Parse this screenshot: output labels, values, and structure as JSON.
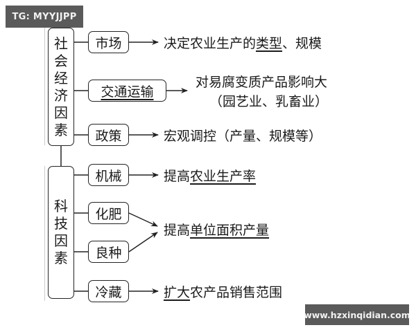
{
  "watermarks": {
    "top_left": "TG: MYYJJPP",
    "bottom_right": "www.hzxinqidian.com"
  },
  "diagram": {
    "categories": [
      {
        "label_chars": [
          "社",
          "会",
          "经",
          "济",
          "因",
          "素"
        ],
        "label": "社会经济因素",
        "factors": [
          {
            "label": "市场",
            "underlined": false,
            "result": {
              "parts": [
                {
                  "text": "决定农业生产的",
                  "u": false
                },
                {
                  "text": "类型",
                  "u": true
                },
                {
                  "text": "、规模",
                  "u": false
                }
              ]
            }
          },
          {
            "label": "交通运输",
            "underlined": true,
            "result": {
              "lines": [
                "对易腐变质产品影响大",
                "（园艺业、乳畜业）"
              ]
            }
          },
          {
            "label": "政策",
            "underlined": false,
            "result": {
              "parts": [
                {
                  "text": "宏观调控（产量、规模等）",
                  "u": false
                }
              ]
            }
          }
        ]
      },
      {
        "label_chars": [
          "科",
          "技",
          "因",
          "素"
        ],
        "label": "科技因素",
        "factors": [
          {
            "label": "机械",
            "result": {
              "parts": [
                {
                  "text": "提高",
                  "u": false
                },
                {
                  "text": "农业生产率",
                  "u": true
                }
              ]
            }
          },
          {
            "label": "化肥",
            "result_shared": "单位面积产量"
          },
          {
            "label": "良种",
            "result_shared": "单位面积产量"
          },
          {
            "label": "冷藏",
            "result": {
              "parts": [
                {
                  "text": "扩大",
                  "u": true
                },
                {
                  "text": "农产品销售范围",
                  "u": false
                }
              ]
            }
          }
        ],
        "shared_result": {
          "parts": [
            {
              "text": "提高",
              "u": false
            },
            {
              "text": "单位面积产量",
              "u": true
            }
          ]
        }
      }
    ]
  },
  "text": {
    "c1_chars": [
      "社",
      "会",
      "经",
      "济",
      "因",
      "素"
    ],
    "c2_chars": [
      "科",
      "技",
      "因",
      "素"
    ],
    "n_market": "市场",
    "n_transport": "交通运输",
    "n_policy": "政策",
    "n_machine": "机械",
    "n_fertilizer": "化肥",
    "n_seed": "良种",
    "n_cold": "冷藏",
    "r_market_a": "决定农业生产的",
    "r_market_b": "类型",
    "r_market_c": "、规模",
    "r_transport_1": "对易腐变质产品影响大",
    "r_transport_2": "（园艺业、乳畜业）",
    "r_policy": "宏观调控（产量、规模等）",
    "r_machine_a": "提高",
    "r_machine_b": "农业生产率",
    "r_yield_a": "提高",
    "r_yield_b": "单位面积产量",
    "r_cold_a": "扩大",
    "r_cold_b": "农产品销售范围"
  },
  "colors": {
    "line": "#222222",
    "watermark_bg": "#5a5a5a",
    "background": "#ffffff"
  }
}
